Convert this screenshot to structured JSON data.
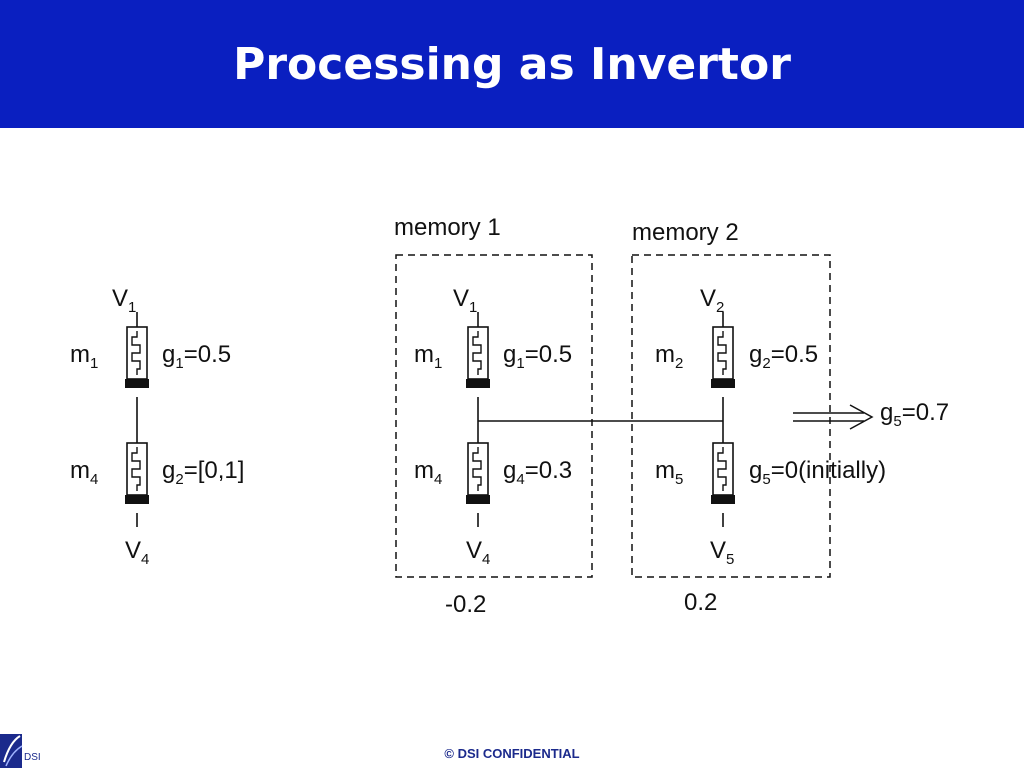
{
  "slide": {
    "title": "Processing as Invertor",
    "footer": "© DSI CONFIDENTIAL",
    "logo_text": "DSI",
    "colors": {
      "title_bar": "#0a1fc0",
      "title_text": "#ffffff",
      "footer_text": "#1b2a8c"
    }
  },
  "left_circuit": {
    "top_node": {
      "base": "V",
      "sub": "1"
    },
    "bottom_node": {
      "base": "V",
      "sub": "4"
    },
    "upper_device": {
      "base": "m",
      "sub": "1",
      "cond_base": "g",
      "cond_sub": "1",
      "cond_value": "=0.5"
    },
    "lower_device": {
      "base": "m",
      "sub": "4",
      "cond_base": "g",
      "cond_sub": "2",
      "cond_value": "=[0,1]"
    }
  },
  "memory1": {
    "label": "memory 1",
    "value": "-0.2",
    "top_node": {
      "base": "V",
      "sub": "1"
    },
    "bottom_node": {
      "base": "V",
      "sub": "4"
    },
    "upper_device": {
      "base": "m",
      "sub": "1",
      "cond_base": "g",
      "cond_sub": "1",
      "cond_value": "=0.5"
    },
    "lower_device": {
      "base": "m",
      "sub": "4",
      "cond_base": "g",
      "cond_sub": "4",
      "cond_value": "=0.3"
    }
  },
  "memory2": {
    "label": "memory 2",
    "value": "0.2",
    "top_node": {
      "base": "V",
      "sub": "2"
    },
    "bottom_node": {
      "base": "V",
      "sub": "5"
    },
    "upper_device": {
      "base": "m",
      "sub": "2",
      "cond_base": "g",
      "cond_sub": "2",
      "cond_value": "=0.5"
    },
    "lower_device": {
      "base": "m",
      "sub": "5",
      "cond_base": "g",
      "cond_sub": "5",
      "cond_value": "=0(initially)"
    }
  },
  "output": {
    "cond_base": "g",
    "cond_sub": "5",
    "cond_value": "=0.7"
  }
}
